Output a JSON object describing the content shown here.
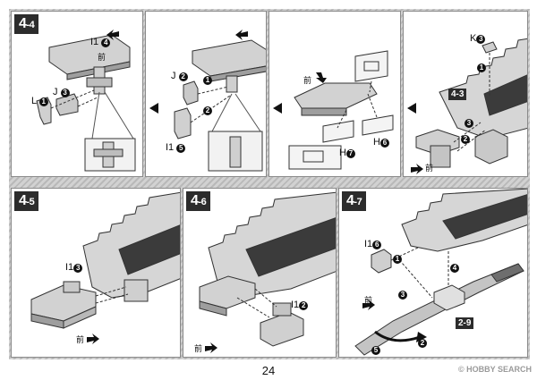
{
  "page_number": "24",
  "watermark": "© HOBBY SEARCH",
  "colors": {
    "badge": "#2c2c2c",
    "part": "#cfcfcf",
    "dark_part": "#3b3b3b",
    "line": "#333333"
  },
  "forward_label": "前",
  "steps": [
    {
      "id": "4-4",
      "step_main": "4",
      "step_sub": "-4",
      "parts": [
        {
          "letter": "I1",
          "num": "4"
        },
        {
          "letter": "L",
          "num": "1"
        },
        {
          "letter": "J",
          "num": "3"
        }
      ]
    },
    {
      "id": "4-4b",
      "parts": [
        {
          "letter": "J",
          "num": "2"
        },
        {
          "letter": "I1",
          "num": "5"
        }
      ],
      "order": [
        "1",
        "2"
      ]
    },
    {
      "id": "4-4c",
      "parts": [
        {
          "letter": "H",
          "num": "7"
        },
        {
          "letter": "H",
          "num": "6"
        }
      ]
    },
    {
      "id": "4-4d",
      "parts": [
        {
          "letter": "K",
          "num": "3"
        }
      ],
      "ref": "4-3",
      "order": [
        "1",
        "2",
        "3"
      ]
    },
    {
      "id": "4-5",
      "step_main": "4",
      "step_sub": "-5",
      "parts": [
        {
          "letter": "I1",
          "num": "3"
        }
      ]
    },
    {
      "id": "4-6",
      "step_main": "4",
      "step_sub": "-6",
      "parts": [
        {
          "letter": "I1",
          "num": "2"
        }
      ]
    },
    {
      "id": "4-7",
      "step_main": "4",
      "step_sub": "-7",
      "parts": [
        {
          "letter": "I1",
          "num": "6"
        }
      ],
      "ref": "2-9",
      "order": [
        "1",
        "2",
        "3",
        "4",
        "5"
      ]
    }
  ]
}
